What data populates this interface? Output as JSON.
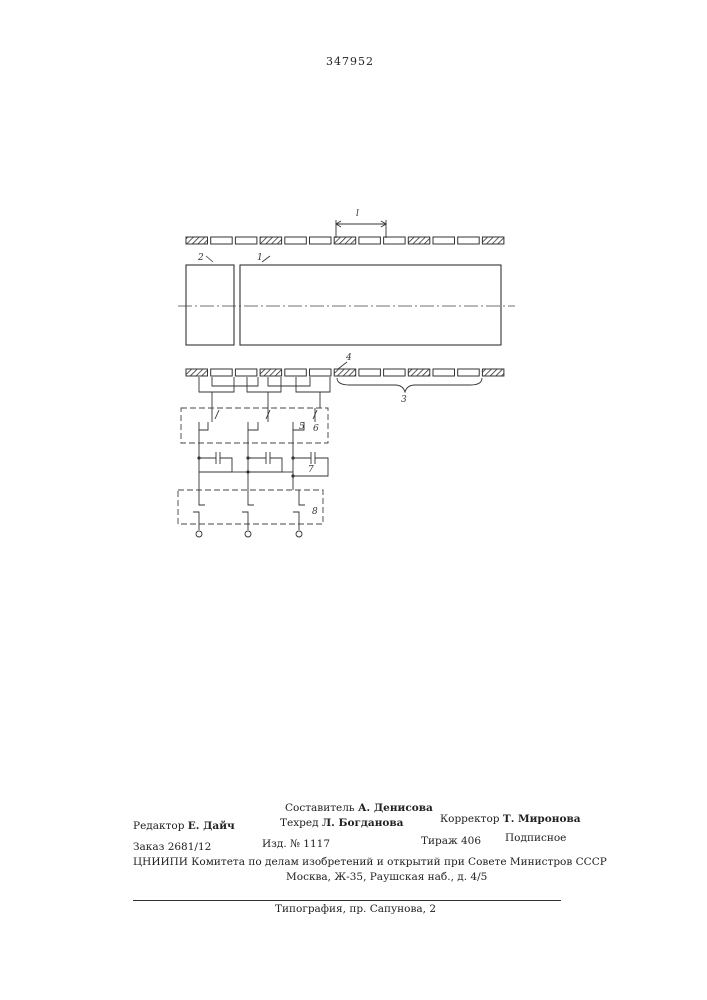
{
  "patent_number": "347952",
  "drawing": {
    "labels": {
      "dimension": "l",
      "n1": "1",
      "n2": "2",
      "n3": "3",
      "n4": "4",
      "n5": "5",
      "n6": "6",
      "n7": "7",
      "n8": "8"
    }
  },
  "footer": {
    "compiler_label": "Составитель",
    "compiler_name": "А. Денисова",
    "editor_label": "Редактор",
    "editor_name": "Е. Дайч",
    "techred_label": "Техред",
    "techred_name": "Л. Богданова",
    "corrector_label": "Корректор",
    "corrector_name": "Т. Миронова",
    "order": "Заказ 2681/12",
    "izd": "Изд. № 1117",
    "tirazh": "Тираж 406",
    "podpisnoe": "Подписное",
    "org_line": "ЦНИИПИ Комитета по делам изобретений и открытий при Совете Министров СССР",
    "address": "Москва, Ж-35, Раушская наб., д. 4/5",
    "print_house": "Типография, пр. Сапунова, 2"
  }
}
